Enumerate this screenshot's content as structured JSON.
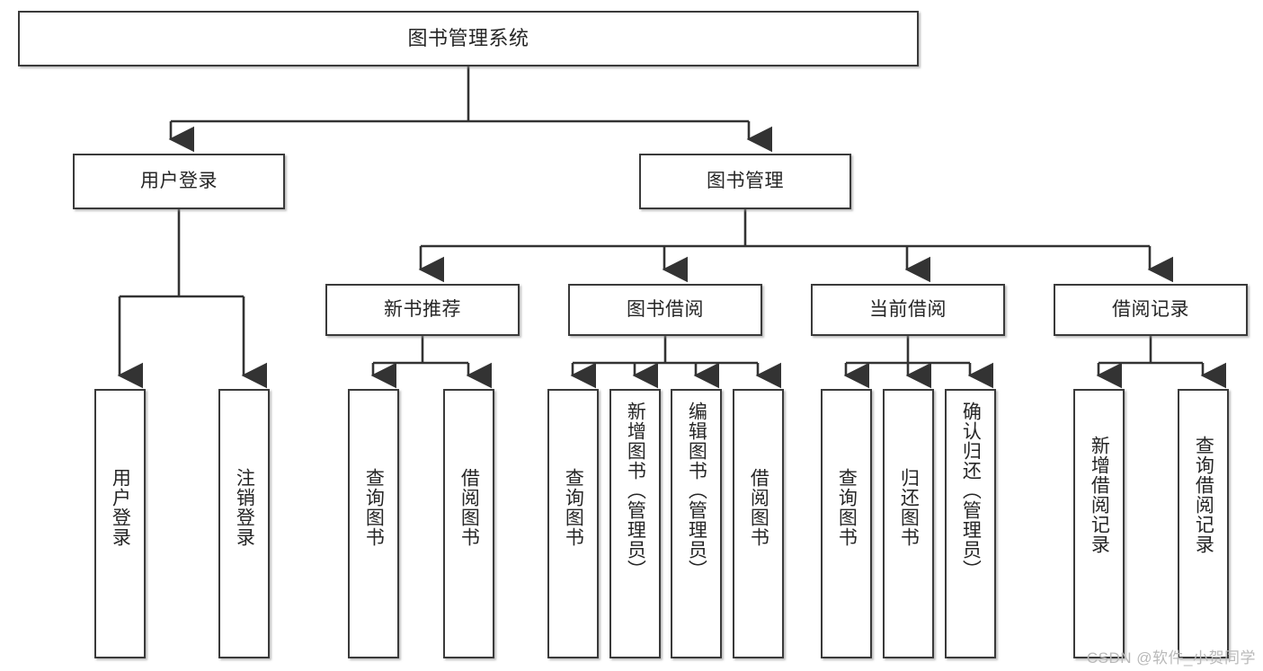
{
  "diagram": {
    "title": "图书管理系统",
    "type": "tree-hierarchy-diagram",
    "background_color": "#ffffff",
    "node_border_color": "#3a3a3a",
    "node_fill_color": "#ffffff",
    "connector_color": "#333333",
    "text_color": "#262626"
  },
  "nodes": {
    "root": {
      "label": "图书管理系统"
    },
    "level2": [
      {
        "label": "用户登录"
      },
      {
        "label": "图书管理"
      }
    ],
    "level3": [
      {
        "label": "新书推荐"
      },
      {
        "label": "图书借阅"
      },
      {
        "label": "当前借阅"
      },
      {
        "label": "借阅记录"
      }
    ],
    "leaves": {
      "user_login": [
        {
          "label": "用户登录"
        },
        {
          "label": "注销登录"
        }
      ],
      "new_book_recommend": [
        {
          "label": "查询图书"
        },
        {
          "label": "借阅图书"
        }
      ],
      "book_borrow": [
        {
          "label": "查询图书"
        },
        {
          "label": "新增图书（管理员）"
        },
        {
          "label": "编辑图书（管理员）"
        },
        {
          "label": "借阅图书"
        }
      ],
      "current_borrow": [
        {
          "label": "查询图书"
        },
        {
          "label": "归还图书"
        },
        {
          "label": "确认归还（管理员）"
        }
      ],
      "borrow_record": [
        {
          "label": "新增借阅记录"
        },
        {
          "label": "查询借阅记录"
        }
      ]
    }
  },
  "watermark": {
    "text": "CSDN @软件_小贺同学"
  }
}
